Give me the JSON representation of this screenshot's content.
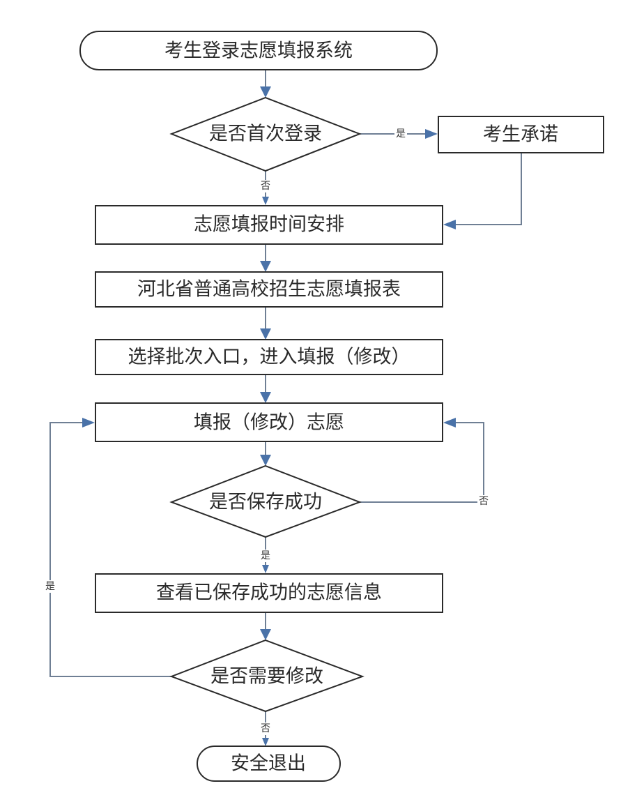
{
  "diagram": {
    "nodes": {
      "start": "考生登录志愿填报系统",
      "first_login": "是否首次登录",
      "promise": "考生承诺",
      "schedule": "志愿填报时间安排",
      "form": "河北省普通高校招生志愿填报表",
      "choose_batch": "选择批次入口，进入填报（修改）",
      "fill": "填报（修改）志愿",
      "save_ok": "是否保存成功",
      "view": "查看已保存成功的志愿信息",
      "need_modify": "是否需要修改",
      "exit": "安全退出"
    },
    "edge_labels": {
      "first_login_yes": "是",
      "first_login_no": "否",
      "save_no": "否",
      "save_yes": "是",
      "modify_yes": "是",
      "modify_no": "否"
    }
  }
}
